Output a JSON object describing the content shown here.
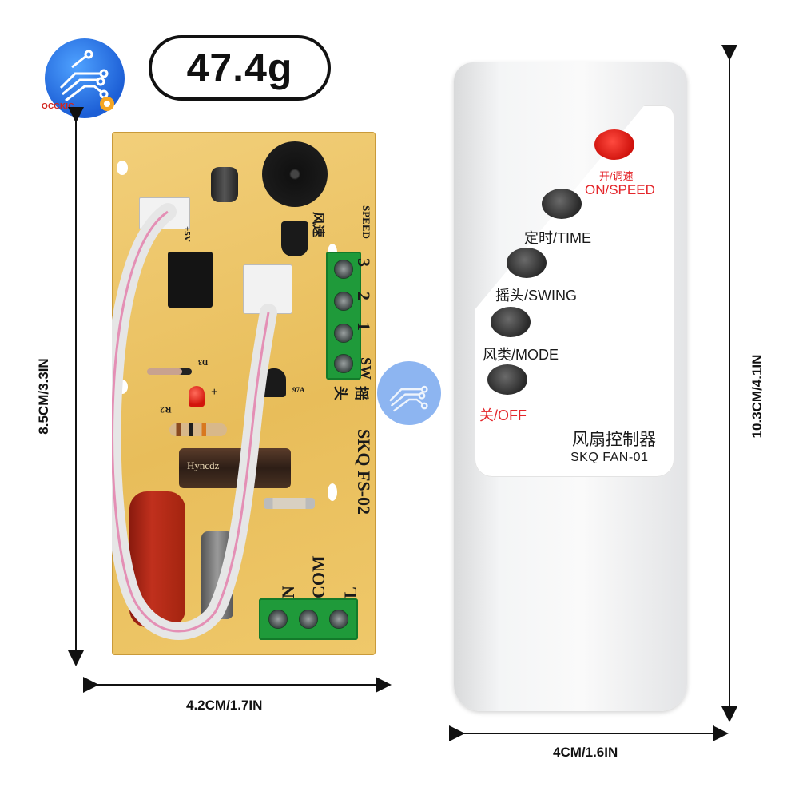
{
  "brand": {
    "logo_text": "OCCKIC",
    "color": "#1d5fd6"
  },
  "weight": "47.4g",
  "dimensions": {
    "pcb_height": "8.5CM/3.3IN",
    "pcb_width": "4.2CM/1.7IN",
    "remote_height": "10.3CM/4.1IN",
    "remote_width": "4CM/1.6IN"
  },
  "pcb": {
    "speed_cn": "风速",
    "speed_en": "SPEED",
    "positions": [
      "3",
      "2",
      "1"
    ],
    "sw": "SW",
    "swing_cn": "摇头",
    "model": "SKQ FS-02",
    "terminals": [
      "N",
      "COM",
      "L"
    ],
    "marks": {
      "plus5v": "+5V",
      "r2": "R2",
      "d3": "D3",
      "q7a": "97A",
      "plus": "+"
    },
    "capacitor_text": "Hyncdz"
  },
  "remote": {
    "buttons": [
      {
        "cn": "开/调速",
        "en": "ON/SPEED",
        "color": "#e0201c"
      },
      {
        "cn": "定时/",
        "en": "TIME"
      },
      {
        "cn": "摇头/",
        "en": "SWING"
      },
      {
        "cn": "风类/",
        "en": "MODE"
      },
      {
        "cn": "关/",
        "en": "OFF"
      }
    ],
    "title_cn": "风扇控制器",
    "model": "SKQ FAN-01"
  }
}
